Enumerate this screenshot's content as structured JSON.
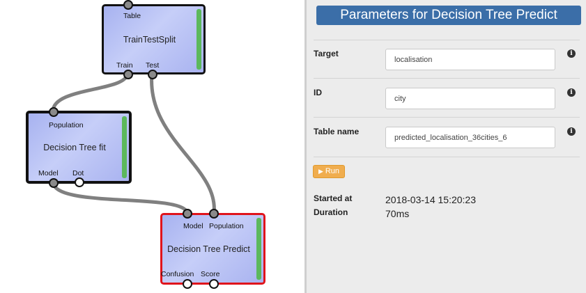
{
  "canvas": {
    "nodes": {
      "train_test_split": {
        "title": "TrainTestSplit",
        "inputs": [
          "Table"
        ],
        "outputs": [
          "Train",
          "Test"
        ]
      },
      "decision_tree_fit": {
        "title": "Decision Tree fit",
        "inputs": [
          "Population"
        ],
        "outputs": [
          "Model",
          "Dot"
        ]
      },
      "decision_tree_predict": {
        "title": "Decision Tree Predict",
        "inputs": [
          "Model",
          "Population"
        ],
        "outputs": [
          "Confusion",
          "Score"
        ]
      }
    },
    "colors": {
      "status_bar": "#5cb85c",
      "selected_border": "#e0141c",
      "wire": "#808080"
    }
  },
  "panel": {
    "title": "Parameters for Decision Tree Predict",
    "fields": [
      {
        "label": "Target",
        "value": "localisation"
      },
      {
        "label": "ID",
        "value": "city"
      },
      {
        "label": "Table name",
        "value": "predicted_localisation_36cities_6"
      }
    ],
    "run_label": "Run",
    "started_label": "Started at",
    "started_value": "2018-03-14 15:20:23",
    "duration_label": "Duration",
    "duration_value": "70ms",
    "colors": {
      "title_bg": "#3b6ea8",
      "run_bg": "#f0ad4e"
    }
  }
}
